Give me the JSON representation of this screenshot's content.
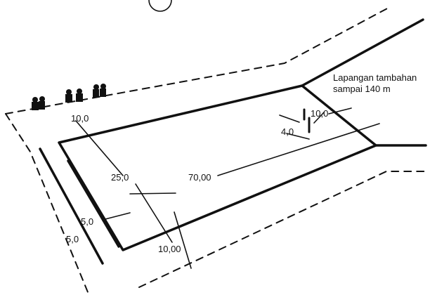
{
  "labels": {
    "top_end_margin": "10,0",
    "end_depth": "25,0",
    "field_length": "70,00",
    "side_margin_inner": "5,0",
    "side_margin_outer": "5,0",
    "bottom_width": "10,00",
    "right_margin": "10,0",
    "goal_width": "4,0"
  },
  "note": {
    "line1": "Lapangan tambahan",
    "line2": "sampai 140 m"
  },
  "colors": {
    "ink": "#111111",
    "background": "#ffffff"
  }
}
